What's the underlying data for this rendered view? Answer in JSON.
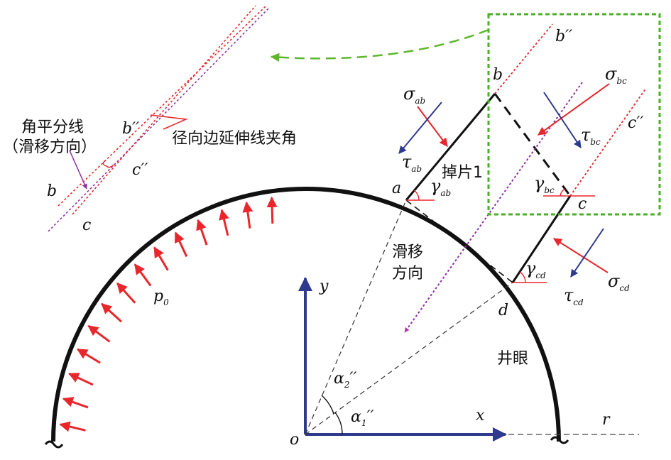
{
  "labels": {
    "b_top": "b",
    "b_dprime_top": "b′′",
    "c_dprime_top": "c′′",
    "a": "a",
    "c": "c",
    "d": "d",
    "o": "o",
    "x_axis": "x",
    "y_axis": "y",
    "r": "r",
    "p0_main": "p",
    "p0_sub": "0",
    "sigma": "σ",
    "tau": "τ",
    "gamma": "γ",
    "alpha": "α",
    "sub_ab": "ab",
    "sub_bc": "bc",
    "sub_cd": "cd",
    "sub_alpha1": "1",
    "sub_alpha2": "2",
    "dprime": "′′",
    "block_text": "掉片1",
    "slip_line1": "滑移",
    "slip_line2": "方向",
    "wellbore_text": "井眼"
  },
  "inset": {
    "bisector_line1": "角平分线",
    "bisector_line2": "（滑移方向）",
    "radial_angle": "径向边延伸线夹角",
    "b_dprime": "b′′",
    "c_dprime": "c′′",
    "b": "b",
    "c": "c"
  },
  "colors": {
    "wall": "#111111",
    "pressure_arrow": "#e8262b",
    "axis": "#2e3a8c",
    "normal_stress": "#e8262b",
    "shear_stress": "#2e3a8c",
    "slip_dotted": "#8e2fa6",
    "slip_arrow": "#b23aa8",
    "extension_dotted": "#e8262b",
    "highlight_box": "#4caf2a",
    "pointer_arrow": "#5cb82a"
  }
}
